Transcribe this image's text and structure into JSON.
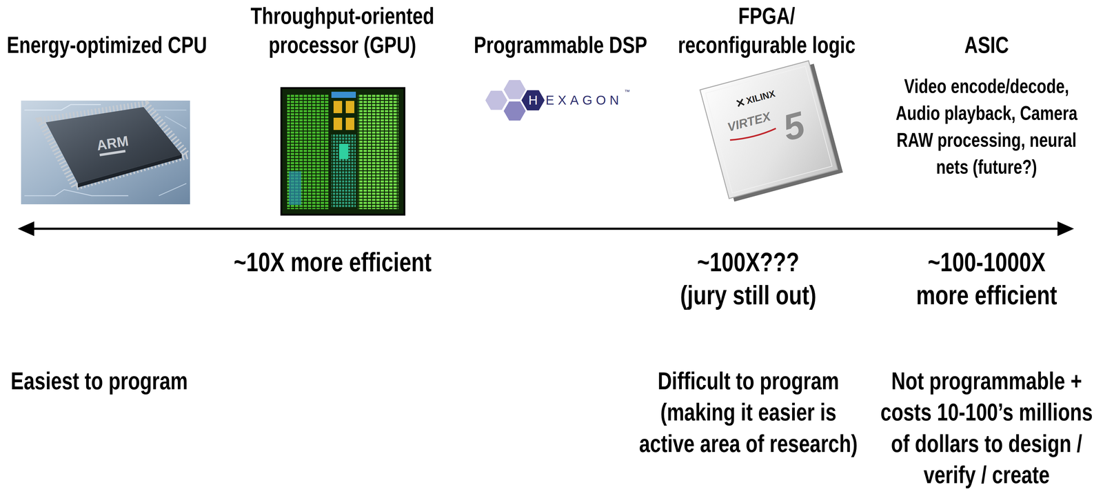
{
  "diagram": {
    "labels": [
      "Energy-optimized CPU",
      "Throughput-oriented processor (GPU)",
      "Programmable DSP",
      "FPGA/ reconfigurable logic",
      "ASIC",
      "Video encode/decode, Audio playback, Camera RAW processing, neural nets (future?)",
      "ARM",
      "HEXAGON",
      "™",
      "XILINX",
      "VIRTEX",
      "5",
      "~10X more efficient",
      "~100X??? (jury still out)",
      "~100-1000X more efficient",
      "Easiest to program",
      "Difficult to program (making it easier is active area of research)",
      "Not programmable + costs 10-100’s millions of dollars to design / verify / create"
    ]
  }
}
